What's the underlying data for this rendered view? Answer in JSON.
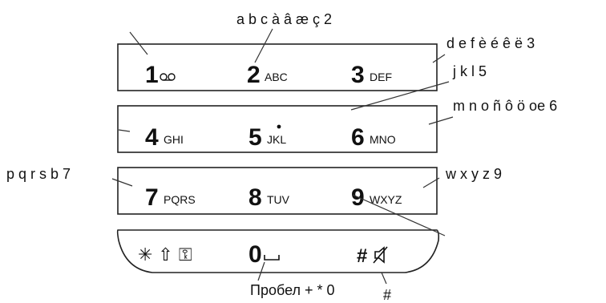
{
  "keypad": {
    "rows": [
      [
        {
          "digit": "1",
          "letters": "",
          "icon": "voicemail-icon"
        },
        {
          "digit": "2",
          "letters": "ABC"
        },
        {
          "digit": "3",
          "letters": "DEF"
        }
      ],
      [
        {
          "digit": "4",
          "letters": "GHI"
        },
        {
          "digit": "5",
          "letters": "JKL"
        },
        {
          "digit": "6",
          "letters": "MNO"
        }
      ],
      [
        {
          "digit": "7",
          "letters": "PQRS"
        },
        {
          "digit": "8",
          "letters": "TUV"
        },
        {
          "digit": "9",
          "letters": "WXYZ"
        }
      ]
    ],
    "bottom_row": {
      "star_key": {
        "symbols": "✳ ⇧ ⚿",
        "icons": [
          "asterisk-icon",
          "shift-icon",
          "key-lock-icon"
        ]
      },
      "zero_key": {
        "digit": "0",
        "icon": "space-icon"
      },
      "hash_key": {
        "symbol": "#",
        "icon": "mute-icon"
      }
    }
  },
  "annotations": {
    "key2": "a b c à â æ ç 2",
    "key3": "d e f è é ê ë 3",
    "key5": "j k l 5",
    "key6": "m n o ñ ô ö oe 6",
    "key7": "p q r s b 7",
    "key9": "w x y z 9",
    "key0": "Пробел + * 0",
    "hash": "#"
  }
}
